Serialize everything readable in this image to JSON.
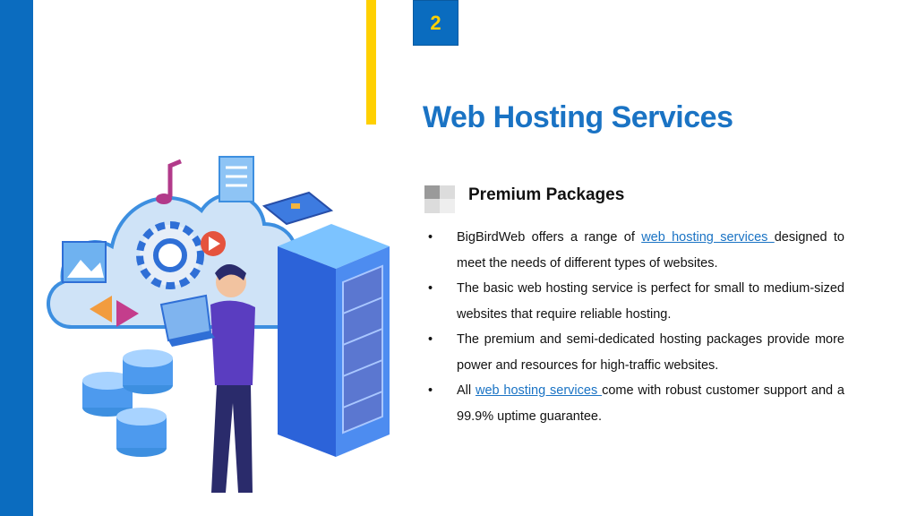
{
  "slide": {
    "page_number": "2",
    "title": "Web Hosting Services",
    "subtitle": "Premium Packages"
  },
  "bullets": [
    {
      "before": "BigBirdWeb offers a range of ",
      "link": "web hosting services ",
      "after": "designed to meet the needs of different types of websites."
    },
    {
      "before": "The basic web hosting service is perfect for small to medium-sized websites that require reliable hosting.",
      "link": "",
      "after": ""
    },
    {
      "before": "The premium and semi-dedicated hosting packages provide more power and resources for high-traffic websites.",
      "link": "",
      "after": ""
    },
    {
      "before": "All ",
      "link": "web hosting services ",
      "after": "come with robust customer support and a 99.9% uptime guarantee."
    }
  ],
  "bullet_symbol": "•",
  "colors": {
    "accent_blue": "#0b6cbf",
    "accent_yellow": "#ffd000",
    "title_blue": "#1a73c4"
  },
  "illustration": {
    "icon": "server-hosting-illustration"
  }
}
